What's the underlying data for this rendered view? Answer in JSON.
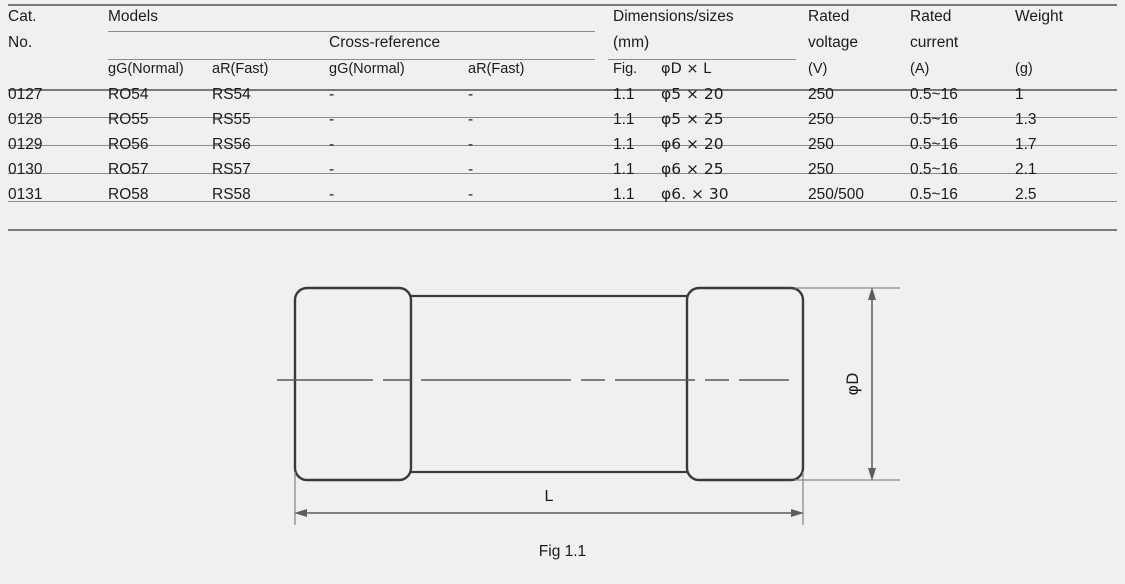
{
  "table": {
    "headers": {
      "cat_line1": "Cat.",
      "cat_line2": "No.",
      "models_group": "Models",
      "cross_reference_group": "Cross-reference",
      "models_gg": "gG(Normal)",
      "models_ar": "aR(Fast)",
      "xref_gg": "gG(Normal)",
      "xref_ar": "aR(Fast)",
      "dimensions_line1": "Dimensions/sizes",
      "dimensions_line2": "(mm)",
      "fig": "Fig.",
      "dia_len": "φD × L",
      "rated_voltage_line1": "Rated",
      "rated_voltage_line2": "voltage",
      "rated_voltage_unit": "(V)",
      "rated_current_line1": "Rated",
      "rated_current_line2": "current",
      "rated_current_unit": "(A)",
      "weight_line1": "Weight",
      "weight_line2": "",
      "weight_unit": "(g)"
    },
    "rows": [
      {
        "cat_no": "0127",
        "model_gg": "RO54",
        "model_ar": "RS54",
        "xref_gg": "-",
        "xref_ar": "-",
        "fig": "1.1",
        "dimensions": "φ5 × 20",
        "rated_voltage": "250",
        "rated_current": "0.5~16",
        "weight": "1"
      },
      {
        "cat_no": "0128",
        "model_gg": "RO55",
        "model_ar": "RS55",
        "xref_gg": "-",
        "xref_ar": "-",
        "fig": "1.1",
        "dimensions": "φ5 × 25",
        "rated_voltage": "250",
        "rated_current": "0.5~16",
        "weight": "1.3"
      },
      {
        "cat_no": "0129",
        "model_gg": "RO56",
        "model_ar": "RS56",
        "xref_gg": "-",
        "xref_ar": "-",
        "fig": "1.1",
        "dimensions": "φ6 × 20",
        "rated_voltage": "250",
        "rated_current": "0.5~16",
        "weight": "1.7"
      },
      {
        "cat_no": "0130",
        "model_gg": "RO57",
        "model_ar": "RS57",
        "xref_gg": "-",
        "xref_ar": "-",
        "fig": "1.1",
        "dimensions": "φ6 × 25",
        "rated_voltage": "250",
        "rated_current": "0.5~16",
        "weight": "2.1"
      },
      {
        "cat_no": "0131",
        "model_gg": "RO58",
        "model_ar": "RS58",
        "xref_gg": "-",
        "xref_ar": "-",
        "fig": "1.1",
        "dimensions": "φ6. × 30",
        "rated_voltage": "250/500",
        "rated_current": "0.5~16",
        "weight": "2.5"
      }
    ]
  },
  "figure": {
    "caption": "Fig 1.1",
    "length_label": "L",
    "diameter_label": "φD"
  },
  "colors": {
    "background": "#f0f0f0",
    "text": "#1b1b1b",
    "rule": "#8c8c8c",
    "drawing_outline": "#3a3a3a",
    "dimension_line": "#6a6a6a"
  }
}
